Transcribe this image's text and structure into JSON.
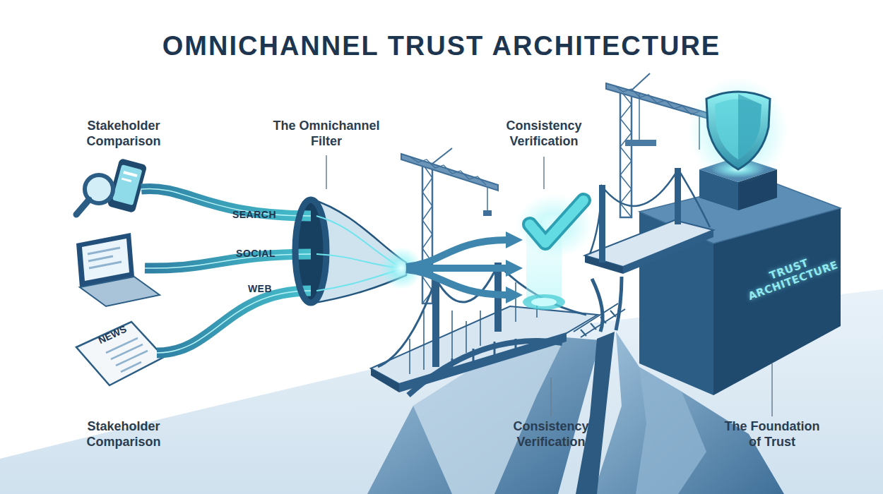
{
  "diagram": {
    "title": "OMNICHANNEL TRUST ARCHITECTURE",
    "nodes": [
      {
        "text": [
          "NEWS"
        ]
      },
      {
        "text": [
          "TRUST ARCHITECTURE"
        ]
      }
    ],
    "labels": [
      "Stakeholder Comparison",
      "The Omnichannel Filter",
      "Consistency Verification",
      "SEARCH",
      "SOCIAL",
      "WEB",
      "Stakeholder Comparison",
      "Consistency Verification",
      "The Foundation of Trust"
    ]
  }
}
